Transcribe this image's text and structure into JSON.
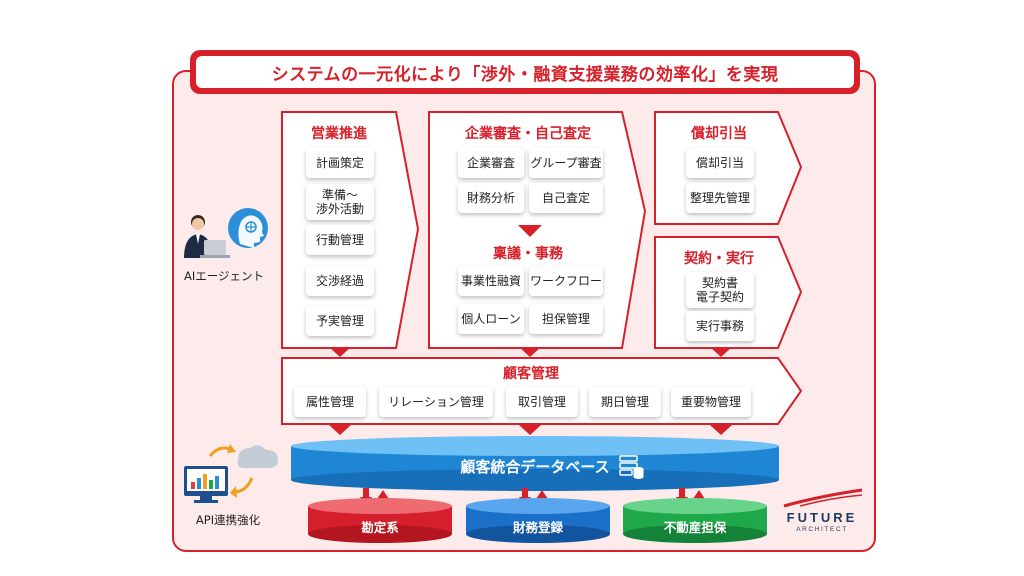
{
  "banner": {
    "title": "システムの一元化により「渉外・融資支援業務の効率化」を実現"
  },
  "sales": {
    "title": "営業推進",
    "items": [
      "計画策定",
      "準備〜\n渉外活動",
      "行動管理",
      "交渉経過",
      "予実管理"
    ]
  },
  "review": {
    "title": "企業審査・自己査定",
    "items": [
      "企業審査",
      "グループ審査",
      "財務分析",
      "自己査定"
    ]
  },
  "approval": {
    "title": "稟議・事務",
    "items": [
      "事業性融資",
      "ワークフロー",
      "個人ローン",
      "担保管理"
    ]
  },
  "writeoff": {
    "title": "償却引当",
    "items": [
      "償却引当",
      "整理先管理"
    ]
  },
  "contract": {
    "title": "契約・実行",
    "items": [
      "契約書\n電子契約",
      "実行事務"
    ]
  },
  "customer": {
    "title": "顧客管理",
    "items": [
      "属性管理",
      "リレーション管理",
      "取引管理",
      "期日管理",
      "重要物管理"
    ]
  },
  "database": {
    "label": "顧客統合データベース",
    "subsystems": [
      "勘定系",
      "財務登録",
      "不動産担保"
    ]
  },
  "ai": {
    "label": "AIエージェント"
  },
  "api": {
    "label": "API連携強化"
  },
  "logo": {
    "line1": "FUTURE",
    "line2": "ARCHITECT"
  },
  "colors": {
    "accent": "#d6202a",
    "panel_bg": "#fdeaea",
    "db_blue": "#1f86d6",
    "sub_red": "#d61f2c",
    "sub_blue": "#1a6fc9",
    "sub_green": "#1ea84a",
    "logo_navy": "#1f3a5f"
  },
  "icons": [
    "person-laptop-icon",
    "ai-head-icon",
    "cloud-icon",
    "monitor-chart-icon",
    "sync-arrows-icon",
    "database-server-icon"
  ]
}
